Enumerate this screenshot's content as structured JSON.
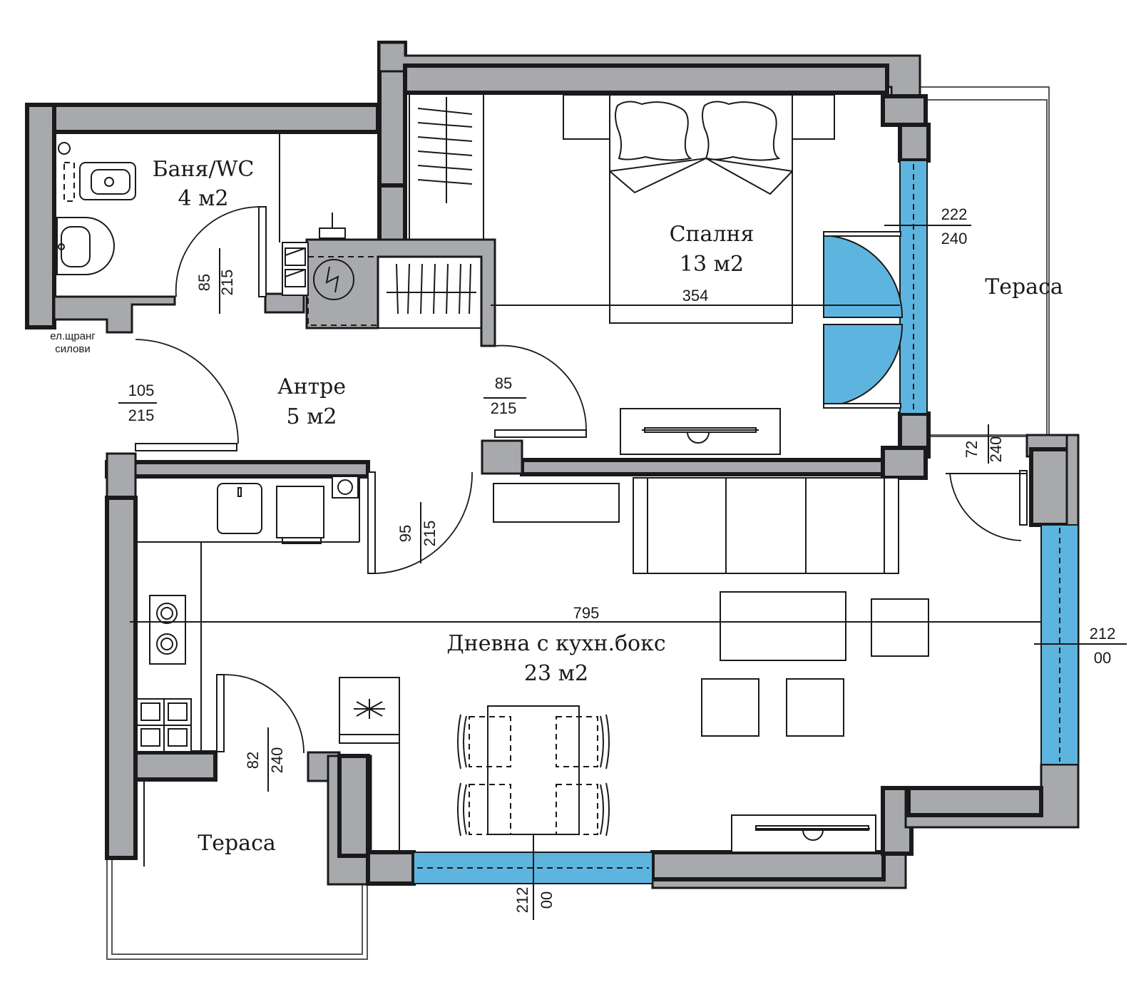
{
  "rooms": {
    "bath": {
      "name": "Баня/WC",
      "area": "4 м2"
    },
    "bedroom": {
      "name": "Спалня",
      "area": "13 м2"
    },
    "hall": {
      "name": "Антре",
      "area": "5 м2"
    },
    "living": {
      "name": "Дневна с кухн.бокс",
      "area": "23 м2"
    },
    "terrace_right": {
      "name": "Тераса"
    },
    "terrace_left": {
      "name": "Тераса"
    }
  },
  "notes": {
    "riser_line1": "ел.щранг",
    "riser_line2": "силови"
  },
  "dimensions": {
    "bedroom_width": "354",
    "living_width": "795",
    "bath_door": {
      "top": "85",
      "bottom": "215"
    },
    "entry_door": {
      "top": "105",
      "bottom": "215"
    },
    "bedroom_door": {
      "top": "85",
      "bottom": "215"
    },
    "living_door": {
      "top": "95",
      "bottom": "215"
    },
    "bedroom_window": {
      "top": "222",
      "bottom": "240"
    },
    "terrace_door_right": {
      "top": "72",
      "bottom": "240"
    },
    "living_window_right": {
      "top": "212",
      "bottom": "00"
    },
    "terrace_door_left": {
      "top": "82",
      "bottom": "240"
    },
    "living_window_bottom": {
      "top": "212",
      "bottom": "00"
    }
  },
  "colors": {
    "wall": "#a7a9ac",
    "glass": "#5db5df",
    "line": "#1a1a1a"
  }
}
